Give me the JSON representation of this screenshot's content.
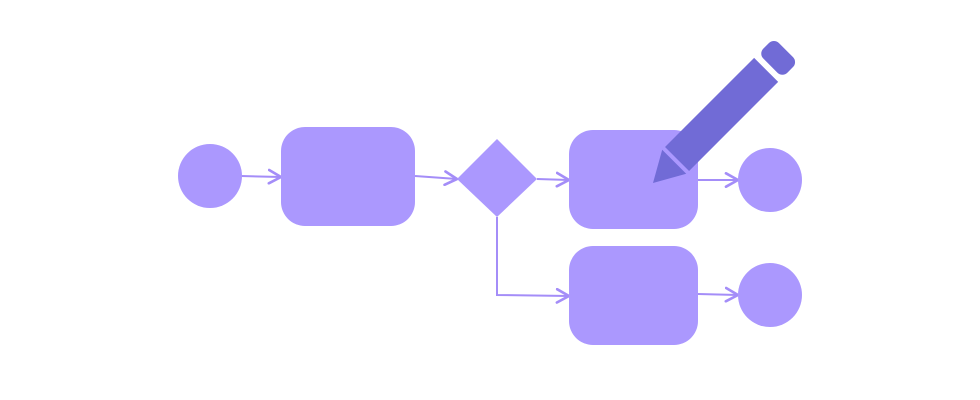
{
  "colors": {
    "shape": "#ab98fe",
    "connector": "#a48df8",
    "pencil": "#716bd6",
    "background": "#ffffff"
  },
  "icons": {
    "pencil": "pencil-icon",
    "arrowheads": "chevron-right-icon"
  },
  "diagram": {
    "nodes": [
      {
        "id": "start",
        "shape": "circle"
      },
      {
        "id": "process-1",
        "shape": "rounded-rectangle"
      },
      {
        "id": "decision",
        "shape": "diamond"
      },
      {
        "id": "process-2-top",
        "shape": "rounded-rectangle"
      },
      {
        "id": "process-2-bottom",
        "shape": "rounded-rectangle"
      },
      {
        "id": "end-top",
        "shape": "circle"
      },
      {
        "id": "end-bottom",
        "shape": "circle"
      }
    ],
    "edges": [
      {
        "from": "start",
        "to": "process-1"
      },
      {
        "from": "process-1",
        "to": "decision"
      },
      {
        "from": "decision",
        "to": "process-2-top"
      },
      {
        "from": "decision",
        "to": "process-2-bottom"
      },
      {
        "from": "process-2-top",
        "to": "end-top"
      },
      {
        "from": "process-2-bottom",
        "to": "end-bottom"
      }
    ]
  }
}
